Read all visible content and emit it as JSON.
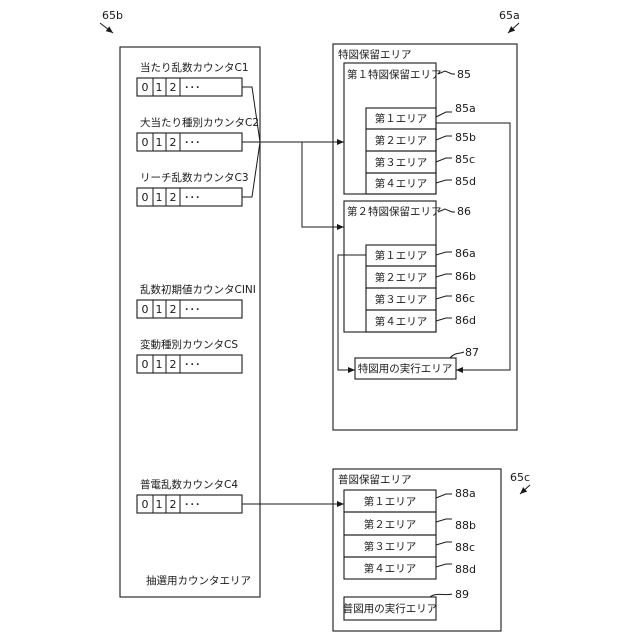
{
  "labels": {
    "ref_65b": "65b",
    "ref_65a": "65a",
    "ref_65c": "65c",
    "counter_area_title": "抽選用カウンタエリア"
  },
  "counters": [
    {
      "label": "当たり乱数カウンタC1",
      "cells": [
        "0",
        "1",
        "2",
        "･･･"
      ]
    },
    {
      "label": "大当たり種別カウンタC2",
      "cells": [
        "0",
        "1",
        "2",
        "･･･"
      ]
    },
    {
      "label": "リーチ乱数カウンタC3",
      "cells": [
        "0",
        "1",
        "2",
        "･･･"
      ]
    },
    {
      "label": "乱数初期値カウンタCINI",
      "cells": [
        "0",
        "1",
        "2",
        "･･･"
      ]
    },
    {
      "label": "変動種別カウンタCS",
      "cells": [
        "0",
        "1",
        "2",
        "･･･"
      ]
    },
    {
      "label": "普電乱数カウンタC4",
      "cells": [
        "0",
        "1",
        "2",
        "･･･"
      ]
    }
  ],
  "special_hold": {
    "title": "特図保留エリア",
    "first": {
      "title": "第１特図保留エリア",
      "ref": "85",
      "areas": [
        {
          "label": "第１エリア",
          "ref": "85a"
        },
        {
          "label": "第２エリア",
          "ref": "85b"
        },
        {
          "label": "第３エリア",
          "ref": "85c"
        },
        {
          "label": "第４エリア",
          "ref": "85d"
        }
      ]
    },
    "second": {
      "title": "第２特図保留エリア",
      "ref": "86",
      "areas": [
        {
          "label": "第１エリア",
          "ref": "86a"
        },
        {
          "label": "第２エリア",
          "ref": "86b"
        },
        {
          "label": "第３エリア",
          "ref": "86c"
        },
        {
          "label": "第４エリア",
          "ref": "86d"
        }
      ]
    },
    "exec": {
      "label": "特図用の実行エリア",
      "ref": "87"
    }
  },
  "normal_hold": {
    "title": "普図保留エリア",
    "areas": [
      {
        "label": "第１エリア",
        "ref": "88a"
      },
      {
        "label": "第２エリア",
        "ref": "88b"
      },
      {
        "label": "第３エリア",
        "ref": "88c"
      },
      {
        "label": "第４エリア",
        "ref": "88d"
      }
    ],
    "exec": {
      "label": "普図用の実行エリア",
      "ref": "89"
    }
  }
}
